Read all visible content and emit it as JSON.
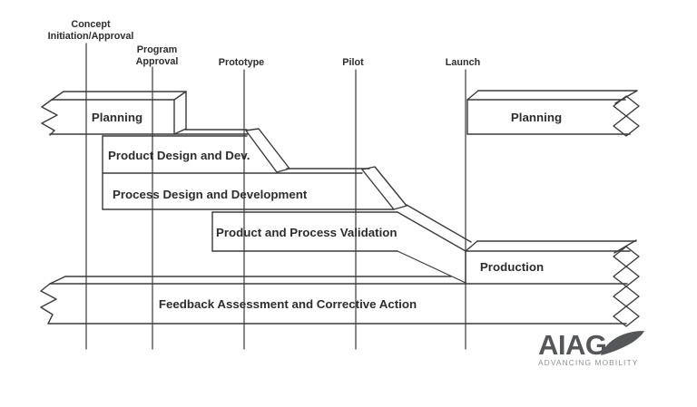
{
  "milestones": [
    {
      "id": "concept",
      "line1": "Concept",
      "line2": "Initiation/Approval"
    },
    {
      "id": "program",
      "line1": "Program",
      "line2": "Approval"
    },
    {
      "id": "prototype",
      "line1": "Prototype",
      "line2": ""
    },
    {
      "id": "pilot",
      "line1": "Pilot",
      "line2": ""
    },
    {
      "id": "launch",
      "line1": "Launch",
      "line2": ""
    }
  ],
  "phases": {
    "planning_left": "Planning",
    "planning_right": "Planning",
    "product_design": "Product Design and Dev.",
    "process_design": "Process Design and Development",
    "validation": "Product and Process Validation",
    "production": "Production",
    "feedback": "Feedback Assessment and Corrective Action"
  },
  "logo": {
    "brand": "AIAG",
    "tagline": "ADVANCING MOBILITY"
  },
  "colors": {
    "line": "#3a3a3a",
    "text": "#2d2d2d",
    "logo_primary": "#54565a",
    "logo_secondary": "#8e9093",
    "background": "#ffffff"
  }
}
